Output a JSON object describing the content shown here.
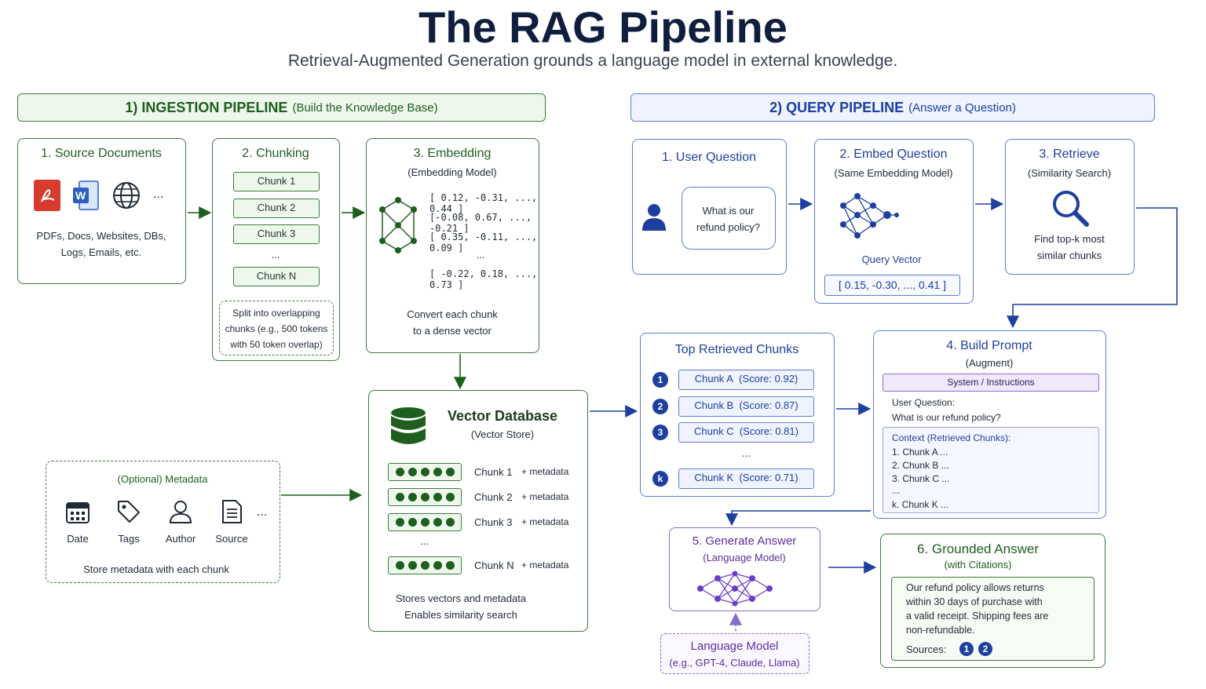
{
  "title": "The RAG Pipeline",
  "subtitle": "Retrieval-Augmented Generation grounds a language model in external knowledge.",
  "ingestion": {
    "banner": "1) INGESTION PIPELINE",
    "banner_sub": "(Build the Knowledge Base)",
    "source": {
      "title": "1. Source Documents",
      "more": "...",
      "desc1": "PDFs, Docs, Websites, DBs,",
      "desc2": "Logs, Emails, etc."
    },
    "chunking": {
      "title": "2. Chunking",
      "chunks": [
        "Chunk 1",
        "Chunk 2",
        "Chunk 3"
      ],
      "ellipsis": "...",
      "last": "Chunk N",
      "note1": "Split into overlapping",
      "note2": "chunks (e.g., 500 tokens",
      "note3": "with 50 token overlap)"
    },
    "embedding": {
      "title": "3. Embedding",
      "subtitle": "(Embedding Model)",
      "vectors": [
        "[ 0.12, -0.31, ..., 0.44 ]",
        "[-0.08, 0.67, ..., -0.21 ]",
        "[ 0.35, -0.11, ..., 0.09 ]"
      ],
      "ellipsis": "...",
      "last_vector": "[ -0.22, 0.18, ..., 0.73 ]",
      "desc1": "Convert each chunk",
      "desc2": "to a dense vector"
    },
    "vector_db": {
      "title": "Vector Database",
      "subtitle": "(Vector Store)",
      "rows": [
        {
          "chunk": "Chunk 1",
          "meta": "+ metadata"
        },
        {
          "chunk": "Chunk 2",
          "meta": "+ metadata"
        },
        {
          "chunk": "Chunk 3",
          "meta": "+ metadata"
        }
      ],
      "ellipsis": "...",
      "last_row": {
        "chunk": "Chunk N",
        "meta": "+ metadata"
      },
      "desc1": "Stores vectors and metadata",
      "desc2": "Enables similarity search"
    },
    "metadata": {
      "title": "(Optional) Metadata",
      "items": [
        "Date",
        "Tags",
        "Author",
        "Source"
      ],
      "more": "...",
      "desc": "Store metadata with each chunk"
    }
  },
  "query": {
    "banner": "2) QUERY PIPELINE",
    "banner_sub": "(Answer a Question)",
    "user_question": {
      "title": "1. User Question",
      "bubble1": "What is our",
      "bubble2": "refund policy?"
    },
    "embed_question": {
      "title": "2. Embed Question",
      "subtitle": "(Same Embedding Model)",
      "label": "Query Vector",
      "vector": "[ 0.15, -0.30, ..., 0.41 ]"
    },
    "retrieve": {
      "title": "3. Retrieve",
      "subtitle": "(Similarity Search)",
      "desc1": "Find top-k most",
      "desc2": "similar chunks"
    },
    "top_chunks": {
      "title": "Top Retrieved Chunks",
      "items": [
        {
          "n": "1",
          "label": "Chunk A",
          "score": "(Score: 0.92)"
        },
        {
          "n": "2",
          "label": "Chunk B",
          "score": "(Score: 0.87)"
        },
        {
          "n": "3",
          "label": "Chunk C",
          "score": "(Score: 0.81)"
        }
      ],
      "ellipsis": "...",
      "last": {
        "n": "k",
        "label": "Chunk K",
        "score": "(Score: 0.71)"
      }
    },
    "build_prompt": {
      "title": "4. Build Prompt",
      "subtitle": "(Augment)",
      "system": "System / Instructions",
      "uq_label": "User Question:",
      "uq_text": "What is our refund policy?",
      "context_label": "Context (Retrieved Chunks):",
      "context_items": [
        "1.   Chunk A ...",
        "2.   Chunk B ...",
        "3.   Chunk C ..."
      ],
      "ellipsis": "...",
      "context_last": "k.   Chunk K ..."
    },
    "generate": {
      "title": "5. Generate Answer",
      "subtitle": "(Language Model)"
    },
    "lm": {
      "title": "Language Model",
      "subtitle": "(e.g., GPT-4, Claude, Llama)"
    },
    "answer": {
      "title": "6. Grounded Answer",
      "subtitle": "(with Citations)",
      "lines": [
        "Our refund policy allows returns",
        "within 30 days of purchase with",
        "a valid receipt. Shipping fees are",
        "non-refundable."
      ],
      "sources_label": "Sources:",
      "sources": [
        "1",
        "2"
      ]
    }
  }
}
